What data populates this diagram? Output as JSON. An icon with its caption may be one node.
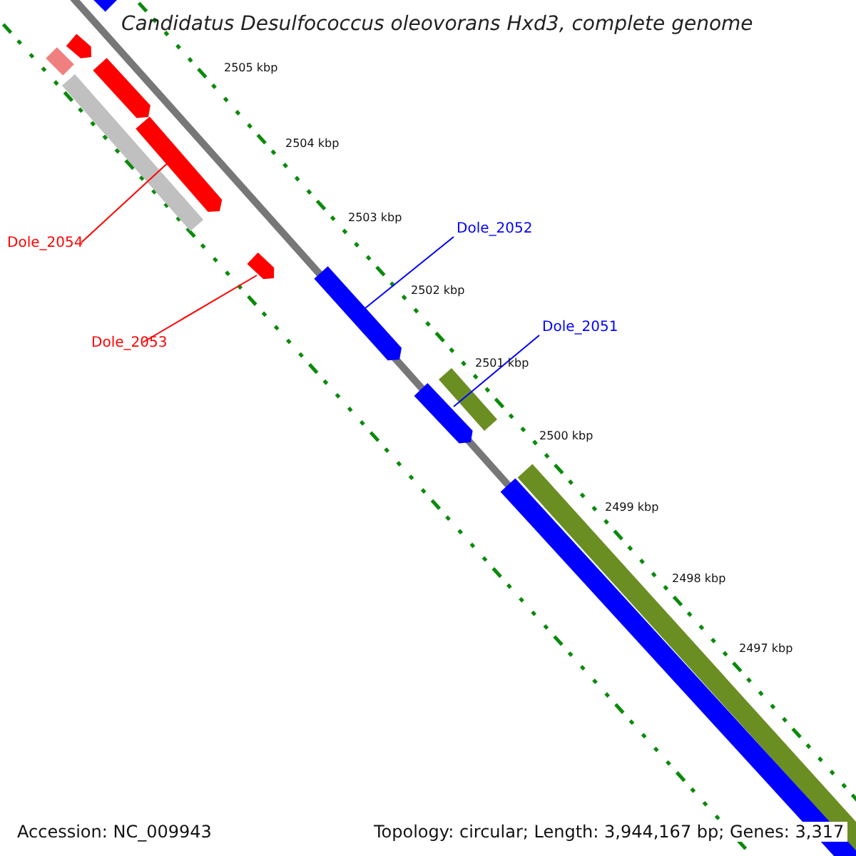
{
  "diagram": {
    "title": "Candidatus Desulfococcus oleovorans Hxd3, complete genome",
    "nodes": [
      {
        "text": [
          "Dole_2054"
        ]
      },
      {
        "text": [
          "Dole_2053"
        ]
      },
      {
        "text": [
          "Dole_2052"
        ]
      },
      {
        "text": [
          "Dole_2051"
        ]
      },
      {
        "text": [],
        "shape": "bar"
      },
      {
        "text": [],
        "shape": "arrow"
      },
      {
        "text": [],
        "shape": "bar"
      },
      {
        "text": [],
        "shape": "arrow"
      },
      {
        "text": [],
        "shape": "bar"
      },
      {
        "text": [],
        "shape": "arrow"
      },
      {
        "text": [],
        "shape": "arrow"
      },
      {
        "text": [],
        "shape": "arrow"
      },
      {
        "text": [],
        "shape": "arrow"
      },
      {
        "text": [],
        "shape": "bar"
      },
      {
        "text": [],
        "shape": "bar"
      },
      {
        "text": [],
        "shape": "bar"
      }
    ],
    "edges": [
      {
        "from": 0,
        "to": 9,
        "arrow": "none",
        "color": "#ff0000"
      },
      {
        "from": 1,
        "to": 10,
        "arrow": "none",
        "color": "#ff0000"
      },
      {
        "from": 2,
        "to": 11,
        "arrow": "none",
        "color": "#0000ff"
      },
      {
        "from": 3,
        "to": 12,
        "arrow": "none",
        "color": "#0000ff"
      }
    ],
    "labels": [
      "2505 kbp",
      "2504 kbp",
      "2503 kbp",
      "2502 kbp",
      "2501 kbp",
      "2500 kbp",
      "2499 kbp",
      "2498 kbp",
      "2497 kbp",
      "Accession: NC_009943",
      "Topology: circular; Length: 3,944,167 bp; Genes: 3,317"
    ]
  }
}
